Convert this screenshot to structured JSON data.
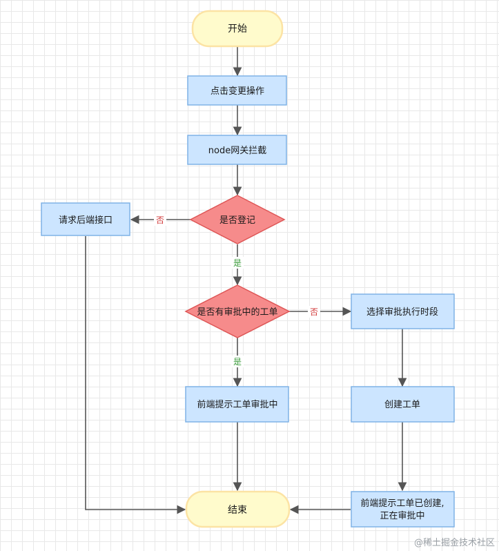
{
  "nodes": {
    "start": "开始",
    "click_change": "点击变更操作",
    "node_gateway": "node网关拦截",
    "is_registered": "是否登记",
    "request_backend": "请求后端接口",
    "has_pending_ticket": "是否有审批中的工单",
    "select_period": "选择审批执行时段",
    "frontend_prompt_pending": "前端提示工单审批中",
    "create_ticket": "创建工单",
    "frontend_prompt_created_line1": "前端提示工单已创建,",
    "frontend_prompt_created_line2": "正在审批中",
    "end": "结束"
  },
  "edges": {
    "registered_no": "否",
    "registered_yes": "是",
    "pending_no": "否",
    "pending_yes": "是"
  },
  "colors": {
    "terminal_fill": "#fffbcc",
    "terminal_stroke": "#fce3a4",
    "process_fill": "#cce5ff",
    "process_stroke": "#7fb2e5",
    "decision_fill": "#f68b8b",
    "decision_stroke": "#de5656",
    "edge": "#555555"
  },
  "watermark": "@稀土掘金技术社区"
}
